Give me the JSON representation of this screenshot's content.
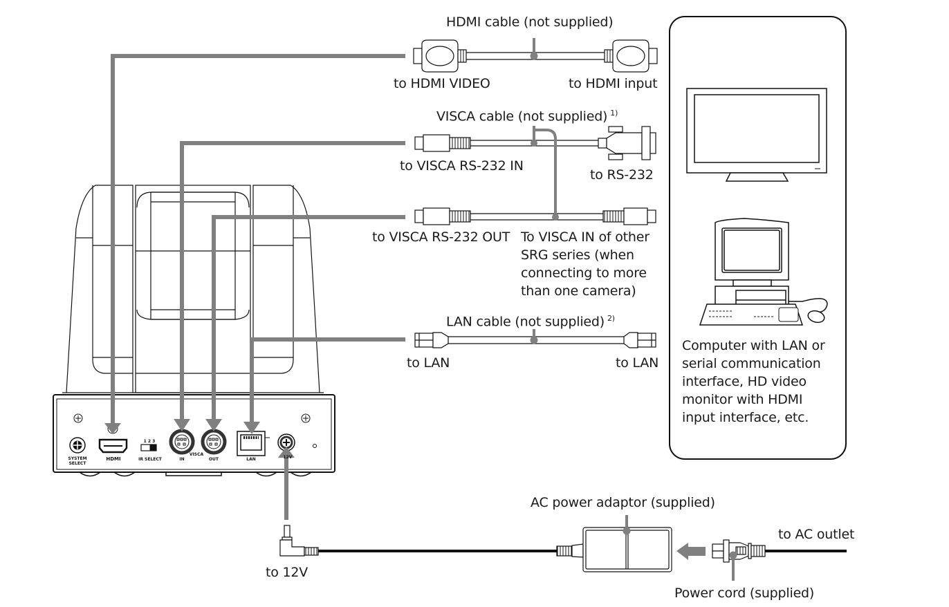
{
  "title": "Camera connection diagram",
  "colors": {
    "guide_line": "#808080",
    "outline": "#111111",
    "background": "#ffffff"
  },
  "cables": {
    "hdmi": {
      "name": "HDMI cable (not supplied)",
      "left_end": "to HDMI VIDEO",
      "right_end": "to HDMI input"
    },
    "visca": {
      "name": "VISCA cable (not supplied)",
      "footnote": "1)",
      "in_end": "to VISCA RS-232 IN",
      "rs232_end": "to RS-232",
      "out_end": "to VISCA RS-232 OUT",
      "chain_note": "To VISCA IN of other SRG series (when connecting to more than one camera)",
      "chain_note_lines": [
        "To VISCA IN of other",
        "SRG series (when",
        "connecting to more",
        "than one camera)"
      ]
    },
    "lan": {
      "name": "LAN cable (not supplied)",
      "footnote": "2)",
      "left_end": "to LAN",
      "right_end": "to LAN"
    },
    "power": {
      "adaptor": "AC power adaptor (supplied)",
      "dc_end": "to 12V",
      "ac_end": "to AC outlet",
      "cord": "Power cord (supplied)"
    }
  },
  "equipment_box": {
    "description": "Computer with LAN or serial communication interface, HD video monitor with HDMI input interface, etc.",
    "description_lines": [
      "Computer with LAN or",
      "serial communication",
      "interface, HD video",
      "monitor with HDMI",
      "input interface, etc."
    ],
    "items": [
      "hd-video-monitor",
      "computer"
    ]
  },
  "rear_panel": {
    "labels": {
      "system_select": [
        "SYSTEM",
        "SELECT"
      ],
      "hdmi": "HDMI",
      "ir_select": "IR SELECT",
      "ir_select_positions": "1 2 3",
      "visca": "VISCA",
      "visca_in": "IN",
      "visca_out": "OUT",
      "lan": "LAN",
      "dc_in": "12V"
    }
  }
}
